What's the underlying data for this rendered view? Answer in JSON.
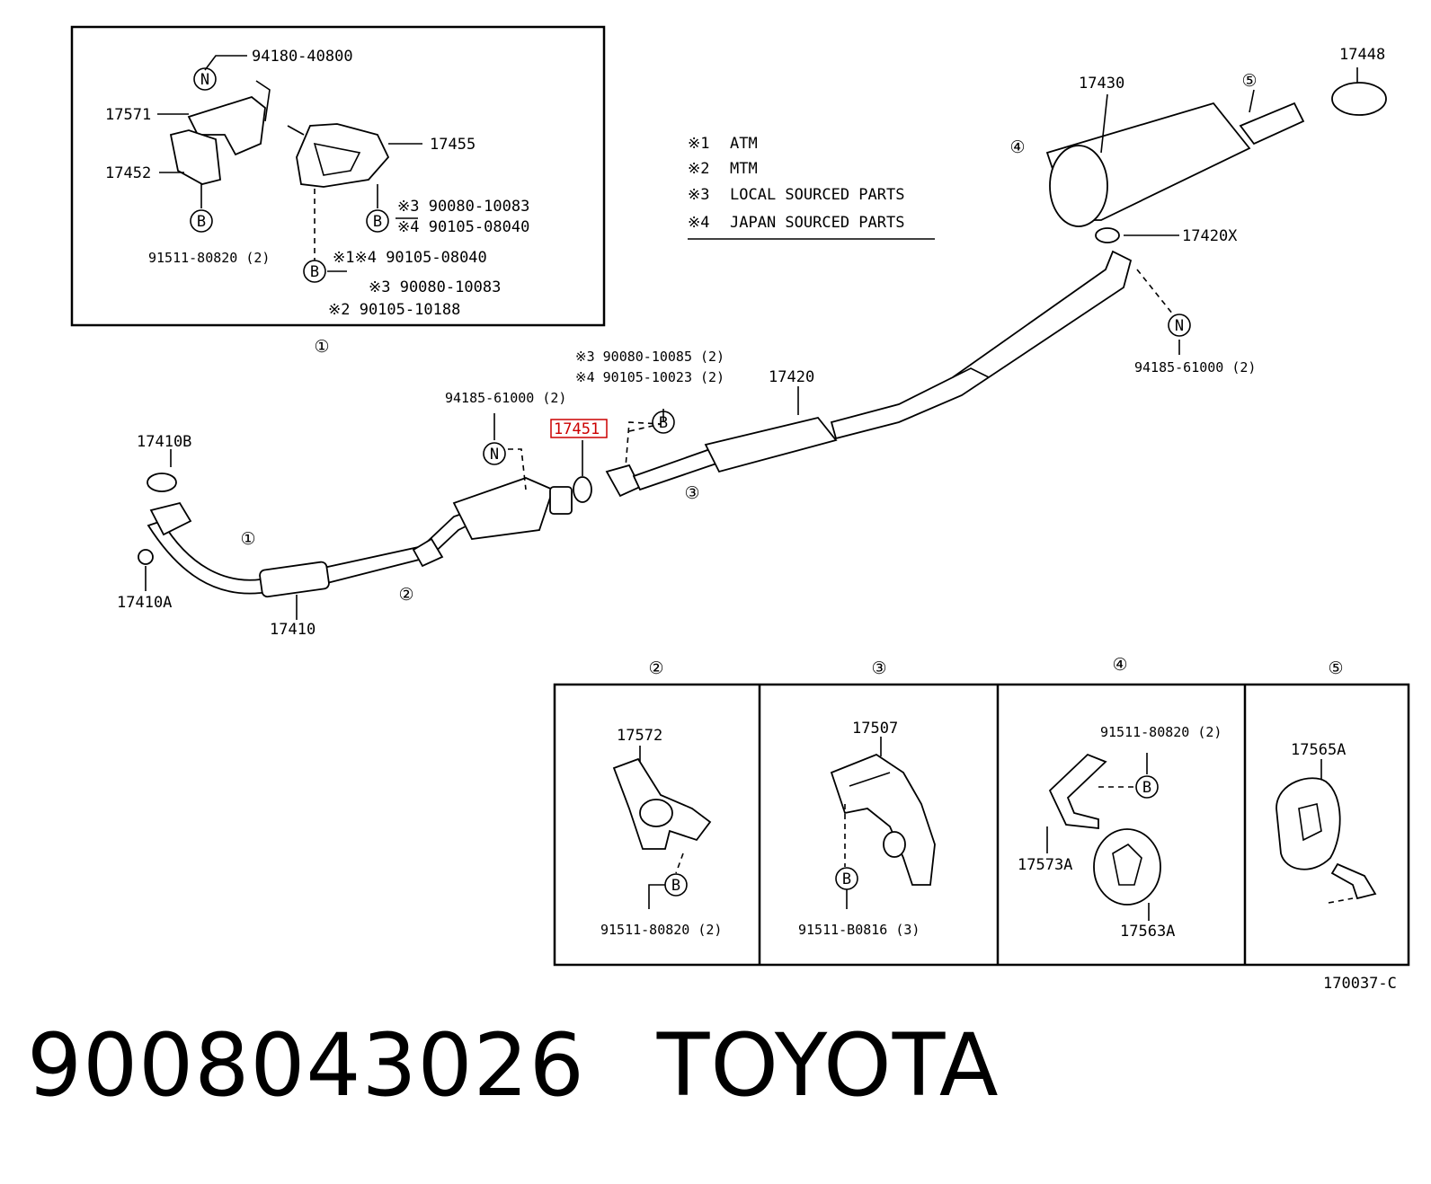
{
  "footer": {
    "part_number": "9008043026",
    "brand": "TOYOTA"
  },
  "diagram_code": "170037-C",
  "highlight_color": "#cc0000",
  "legend": [
    {
      "mark": "※1",
      "text": "ATM"
    },
    {
      "mark": "※2",
      "text": "MTM"
    },
    {
      "mark": "※3",
      "text": "LOCAL SOURCED PARTS"
    },
    {
      "mark": "※4",
      "text": "JAPAN SOURCED PARTS"
    }
  ],
  "inset_1": {
    "marker": "①",
    "labels": {
      "p94180_40800": "94180-40800",
      "p17571": "17571",
      "p17452": "17452",
      "p17455": "17455",
      "p91511_80820": "91511-80820 (2)",
      "r3_90080_10083": "※3 90080-10083",
      "r4_90105_08040": "※4 90105-08040",
      "r14_90105_08040": "※1※4 90105-08040",
      "r3b_90080_10083": "※3 90080-10083",
      "r2_90105_10188": "※2 90105-10188"
    }
  },
  "main": {
    "labels": {
      "p17448": "17448",
      "p17430": "17430",
      "p17420X": "17420X",
      "p94185_61000_r": "94185-61000 (2)",
      "p17420": "17420",
      "r3_90080_10085": "※3 90080-10085 (2)",
      "r4_90105_10023": "※4 90105-10023 (2)",
      "p94185_61000_l": "94185-61000 (2)",
      "p17451": "17451",
      "p17410B": "17410B",
      "p17410A": "17410A",
      "p17410": "17410"
    },
    "markers": {
      "m1": "①",
      "m2": "②",
      "m3": "③",
      "m4": "④",
      "m5": "⑤"
    }
  },
  "detail_panels": [
    {
      "marker": "②",
      "part": "17572",
      "bolt": "91511-80820 (2)"
    },
    {
      "marker": "③",
      "part": "17507",
      "bolt": "91511-B0816 (3)"
    },
    {
      "marker": "④",
      "part_a": "17573A",
      "part_b": "17563A",
      "bolt": "91511-80820 (2)"
    },
    {
      "marker": "⑤",
      "part": "17565A"
    }
  ],
  "callouts": {
    "n": "N",
    "b": "B"
  }
}
